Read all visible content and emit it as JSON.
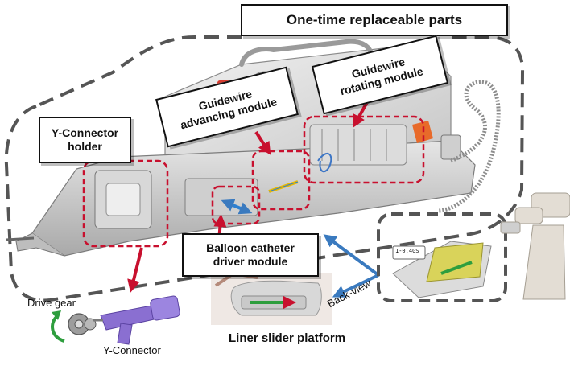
{
  "title": "One-time replaceable parts",
  "callouts": {
    "y_connector_holder": "Y-Connector\nholder",
    "guidewire_advancing": "Guidewire\nadvancing module",
    "guidewire_rotating": "Guidewire\nrotating module",
    "balloon_driver": "Balloon catheter\ndriver module"
  },
  "bottom": {
    "drive_gear": "Drive gear",
    "y_connector": "Y-Connector",
    "liner_slider": "Liner slider platform",
    "back_view": "Back-view"
  },
  "inset": {
    "display_text": "1-0.4GS"
  },
  "colors": {
    "region_outline": "#c8102e",
    "pointer_arrow": "#c8102e",
    "view_arrow": "#3a7abf",
    "motion_arrow_blue": "#2f80d0",
    "motion_arrow_yellow": "#e8b800",
    "motion_arrow_green": "#2e9e3e",
    "group_outline": "#555555",
    "y_connector_part": "#8a6fd1"
  }
}
